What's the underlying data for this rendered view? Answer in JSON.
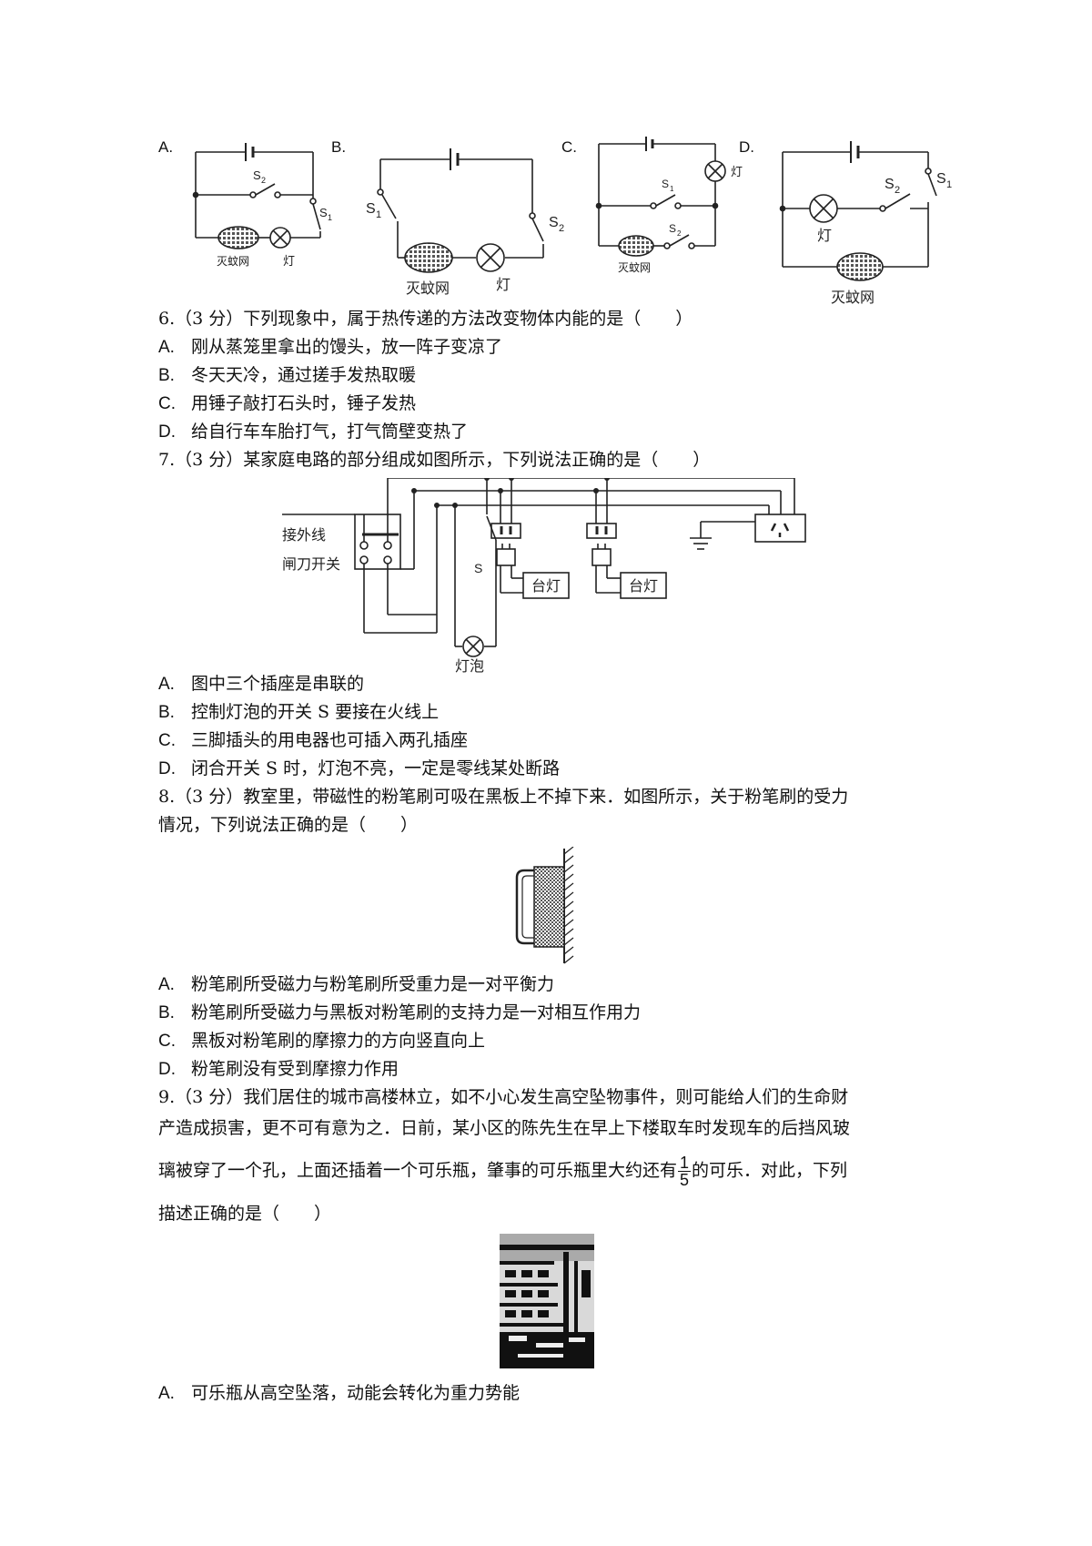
{
  "q5": {
    "options": {
      "a": "A.",
      "b": "B.",
      "c": "C.",
      "d": "D."
    },
    "labels": {
      "s1": "S",
      "s2": "S",
      "sub1": "1",
      "sub2": "2",
      "net": "灭蚊网",
      "lamp": "灯"
    }
  },
  "q6": {
    "stem": "6.（3 分）下列现象中，属于热传递的方法改变物体内能的是（　　）",
    "options": [
      {
        "letter": "A.",
        "text": "刚从蒸笼里拿出的馒头，放一阵子变凉了"
      },
      {
        "letter": "B.",
        "text": "冬天天冷，通过搓手发热取暖"
      },
      {
        "letter": "C.",
        "text": "用锤子敲打石头时，锤子发热"
      },
      {
        "letter": "D.",
        "text": "给自行车车胎打气，打气筒壁变热了"
      }
    ]
  },
  "q7": {
    "stem": "7.（3 分）某家庭电路的部分组成如图所示，下列说法正确的是（　　）",
    "figure": {
      "outer_wire": "接外线",
      "knife_switch": "闸刀开关",
      "switch": "S",
      "bulb": "灯泡",
      "lamp1": "台灯",
      "lamp2": "台灯"
    },
    "options": [
      {
        "letter": "A.",
        "text": "图中三个插座是串联的"
      },
      {
        "letter": "B.",
        "text": "控制灯泡的开关 S 要接在火线上"
      },
      {
        "letter": "C.",
        "text": "三脚插头的用电器也可插入两孔插座"
      },
      {
        "letter": "D.",
        "text": "闭合开关 S 时，灯泡不亮，一定是零线某处断路"
      }
    ]
  },
  "q8": {
    "stem1": "8.（3 分）教室里，带磁性的粉笔刷可吸在黑板上不掉下来．如图所示，关于粉笔刷的受力",
    "stem2": "情况，下列说法正确的是（　　）",
    "options": [
      {
        "letter": "A.",
        "text": "粉笔刷所受磁力与粉笔刷所受重力是一对平衡力"
      },
      {
        "letter": "B.",
        "text": "粉笔刷所受磁力与黑板对粉笔刷的支持力是一对相互作用力"
      },
      {
        "letter": "C.",
        "text": "黑板对粉笔刷的摩擦力的方向竖直向上"
      },
      {
        "letter": "D.",
        "text": "粉笔刷没有受到摩擦力作用"
      }
    ]
  },
  "q9": {
    "stem1": "9.（3 分）我们居住的城市高楼林立，如不小心发生高空坠物事件，则可能给人们的生命财",
    "stem2": "产造成损害，更不可有意为之．日前，某小区的陈先生在早上下楼取车时发现车的后挡风玻",
    "stem3_pre": "璃被穿了一个孔，上面还插着一个可乐瓶，肇事的可乐瓶里大约还有",
    "frac_num": "1",
    "frac_den": "5",
    "stem3_post": "的可乐．对此，下列",
    "stem4": "描述正确的是（　　）",
    "options": [
      {
        "letter": "A.",
        "text": "可乐瓶从高空坠落，动能会转化为重力势能"
      }
    ]
  }
}
